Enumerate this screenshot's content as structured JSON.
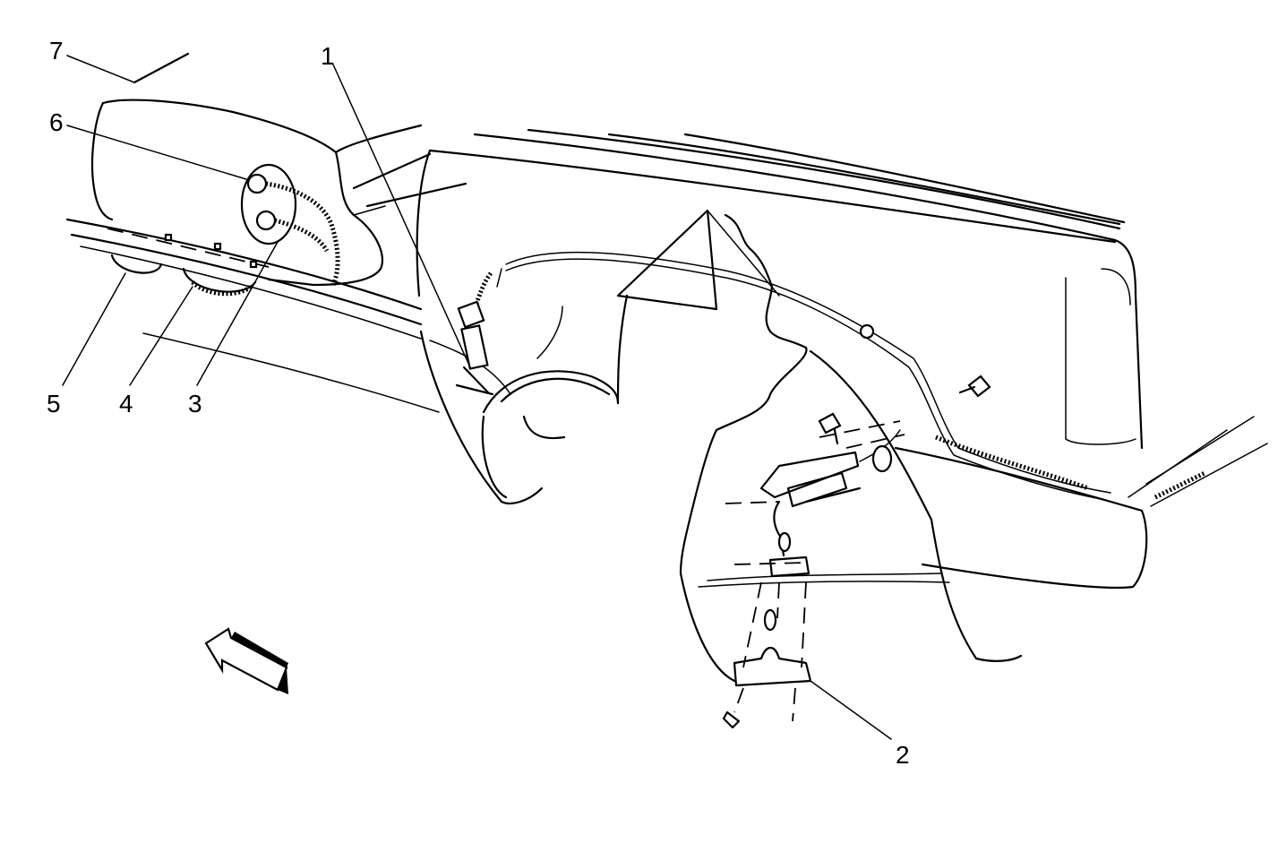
{
  "diagram": {
    "callouts": [
      {
        "id": "1",
        "text": "1"
      },
      {
        "id": "2",
        "text": "2"
      },
      {
        "id": "3",
        "text": "3"
      },
      {
        "id": "4",
        "text": "4"
      },
      {
        "id": "5",
        "text": "5"
      },
      {
        "id": "6",
        "text": "6"
      },
      {
        "id": "7",
        "text": "7"
      }
    ],
    "icons": {
      "arrow": "front-direction-arrow-icon",
      "bolt": "bolt-icon"
    },
    "colors": {
      "ink": "#000000",
      "paper": "#ffffff"
    }
  }
}
